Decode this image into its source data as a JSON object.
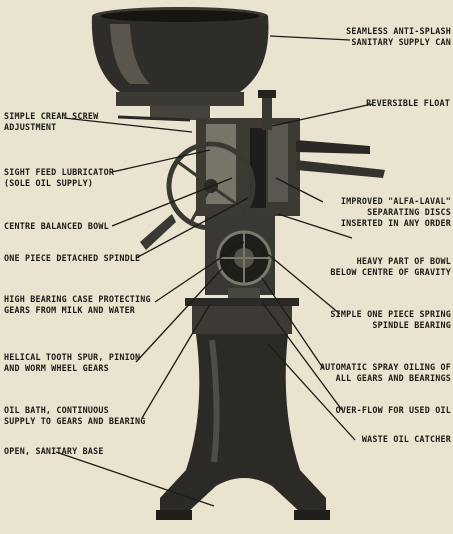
{
  "colors": {
    "background": "#e9e3cf",
    "metal_dark": "#2a2925",
    "metal_mid": "#5a5750",
    "metal_light": "#8d887c",
    "ink": "#1c1a16"
  },
  "labels": {
    "supply_can": {
      "line1": "SEAMLESS ANTI-SPLASH",
      "line2": "SANITARY SUPPLY CAN"
    },
    "reversible_float": "REVERSIBLE FLOAT",
    "cream_screw": {
      "line1": "SIMPLE CREAM SCREW",
      "line2": "ADJUSTMENT"
    },
    "lubricator": {
      "line1": "SIGHT FEED LUBRICATOR",
      "line2": "(SOLE OIL SUPPLY)"
    },
    "separating_discs": {
      "line1": "IMPROVED \"ALFA-LAVAL\"",
      "line2": "SEPARATING DISCS",
      "line3": "INSERTED IN ANY ORDER"
    },
    "centre_bowl": "CENTRE BALANCED BOWL",
    "spindle": "ONE PIECE DETACHED SPINDLE",
    "heavy_bowl": {
      "line1": "HEAVY PART OF BOWL",
      "line2": "BELOW CENTRE OF GRAVITY"
    },
    "bearing_case": {
      "line1": "HIGH BEARING CASE PROTECTING",
      "line2": "GEARS FROM MILK AND WATER"
    },
    "spring_bearing": {
      "line1": "SIMPLE ONE PIECE SPRING",
      "line2": "SPINDLE BEARING"
    },
    "helical_gears": {
      "line1": "HELICAL TOOTH SPUR, PINION",
      "line2": "AND WORM WHEEL GEARS"
    },
    "spray_oiling": {
      "line1": "AUTOMATIC SPRAY OILING OF",
      "line2": "ALL GEARS AND BEARINGS"
    },
    "oil_bath": {
      "line1": "OIL BATH, CONTINUOUS",
      "line2": "SUPPLY TO GEARS AND BEARING"
    },
    "overflow": "OVER-FLOW FOR USED OIL",
    "waste_oil": "WASTE OIL CATCHER",
    "sanitary_base": "OPEN, SANITARY BASE"
  }
}
